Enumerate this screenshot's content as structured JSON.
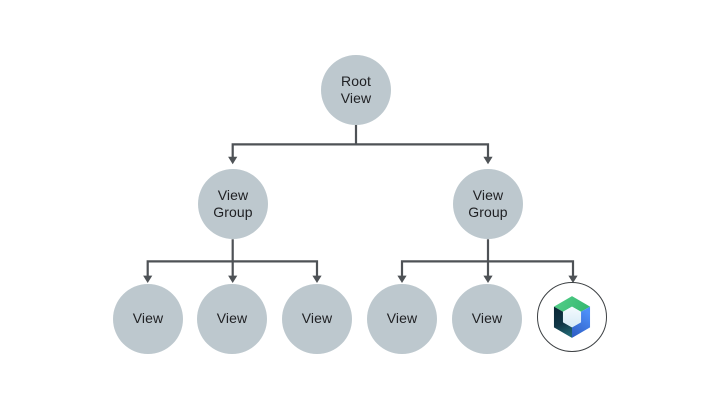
{
  "diagram": {
    "description": "View hierarchy tree diagram",
    "background": "#FFFFFF",
    "colors": {
      "node_fill": "#BDC8CE",
      "connector": "#4E5256",
      "text": "#202124",
      "logo_green": "#43C681",
      "logo_blue": "#4285F4",
      "logo_navy": "#0B2A38",
      "logo_teal": "#20616F",
      "logo_inner_fill": "#E2F0F9",
      "logo_ring": "#3C4043"
    },
    "nodes": {
      "root": "Root\nView",
      "group_left": "View\nGroup",
      "group_right": "View\nGroup",
      "views": [
        "View",
        "View",
        "View",
        "View",
        "View"
      ]
    },
    "icons": {
      "compose_logo": "jetpack-compose-logo"
    }
  }
}
